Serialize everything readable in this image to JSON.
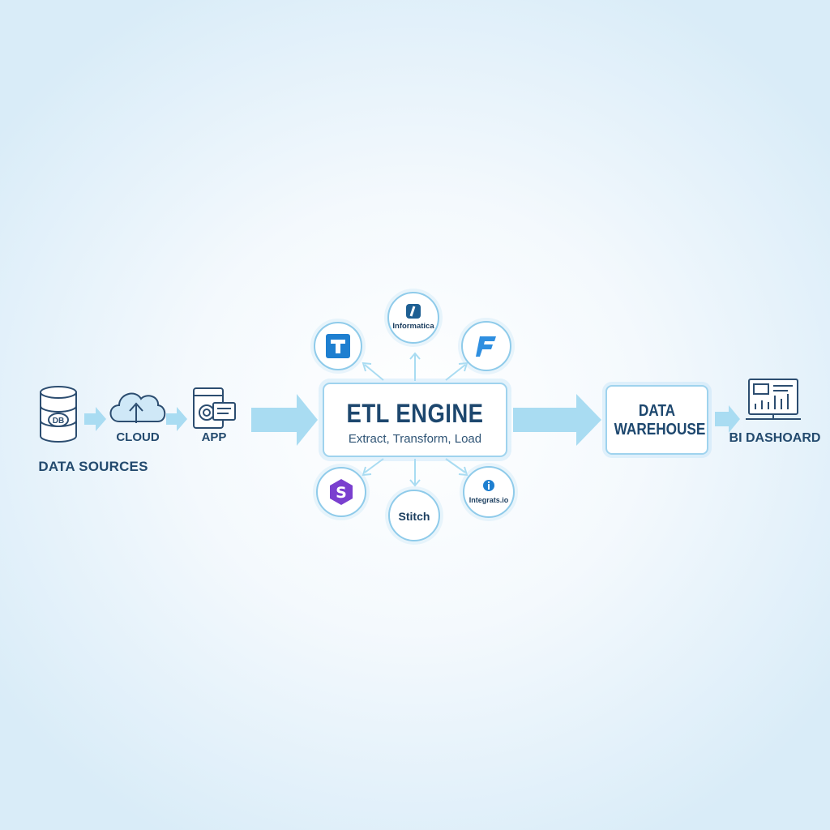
{
  "sources": {
    "db_icon_text": "DB",
    "cloud_label": "CLOUD",
    "app_label": "APP",
    "group_label": "DATA SOURCES"
  },
  "etl": {
    "title": "ETL ENGINE",
    "subtitle": "Extract, Transform, Load"
  },
  "tools": {
    "informatica": "Informatica",
    "stitch": "Stitch",
    "integrate": "Integrats.io"
  },
  "warehouse": {
    "line1": "DATA",
    "line2": "WAREHOUSE"
  },
  "dashboard": {
    "label": "BI DASHOARD"
  },
  "colors": {
    "arrow": "#a9dcf2",
    "line": "#2c4d70",
    "talend": "#1e7fd0",
    "fivetran": "#2f8fe0",
    "purple": "#7a3fcf"
  }
}
